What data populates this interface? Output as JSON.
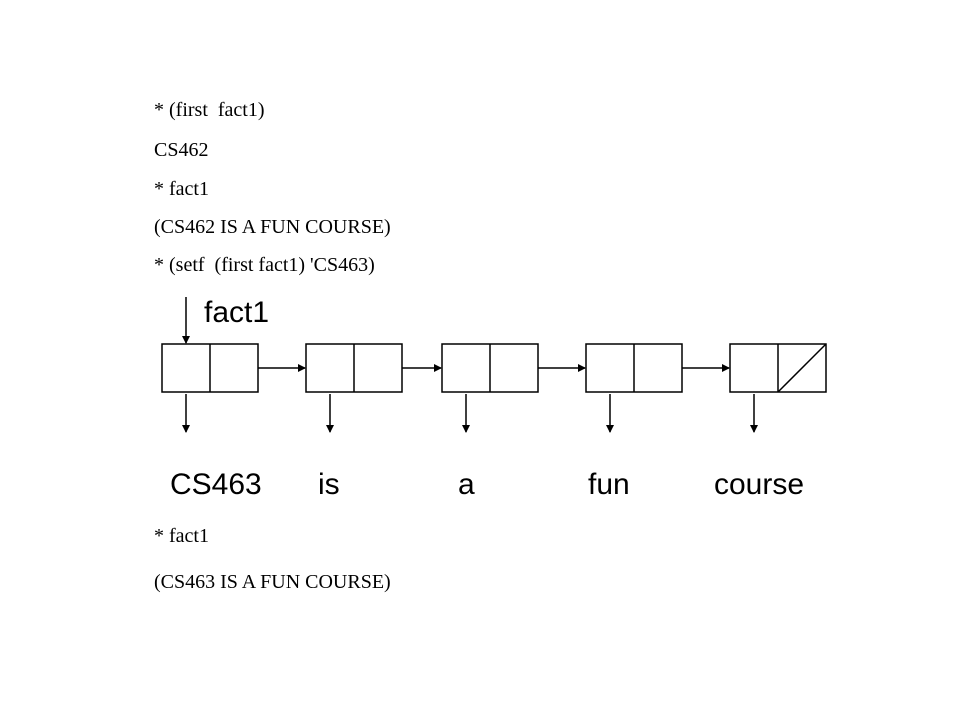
{
  "repl": {
    "line1": "* (first  fact1)",
    "line2": "CS462",
    "line3": "* fact1",
    "line4": "(CS462 IS A FUN COURSE)",
    "line5": "* (setf  (first fact1) 'CS463)",
    "line6": "* fact1",
    "line7": "(CS463 IS A FUN COURSE)"
  },
  "diagram": {
    "variable": "fact1",
    "words": [
      "CS463",
      "is",
      "a",
      "fun",
      "course"
    ]
  }
}
